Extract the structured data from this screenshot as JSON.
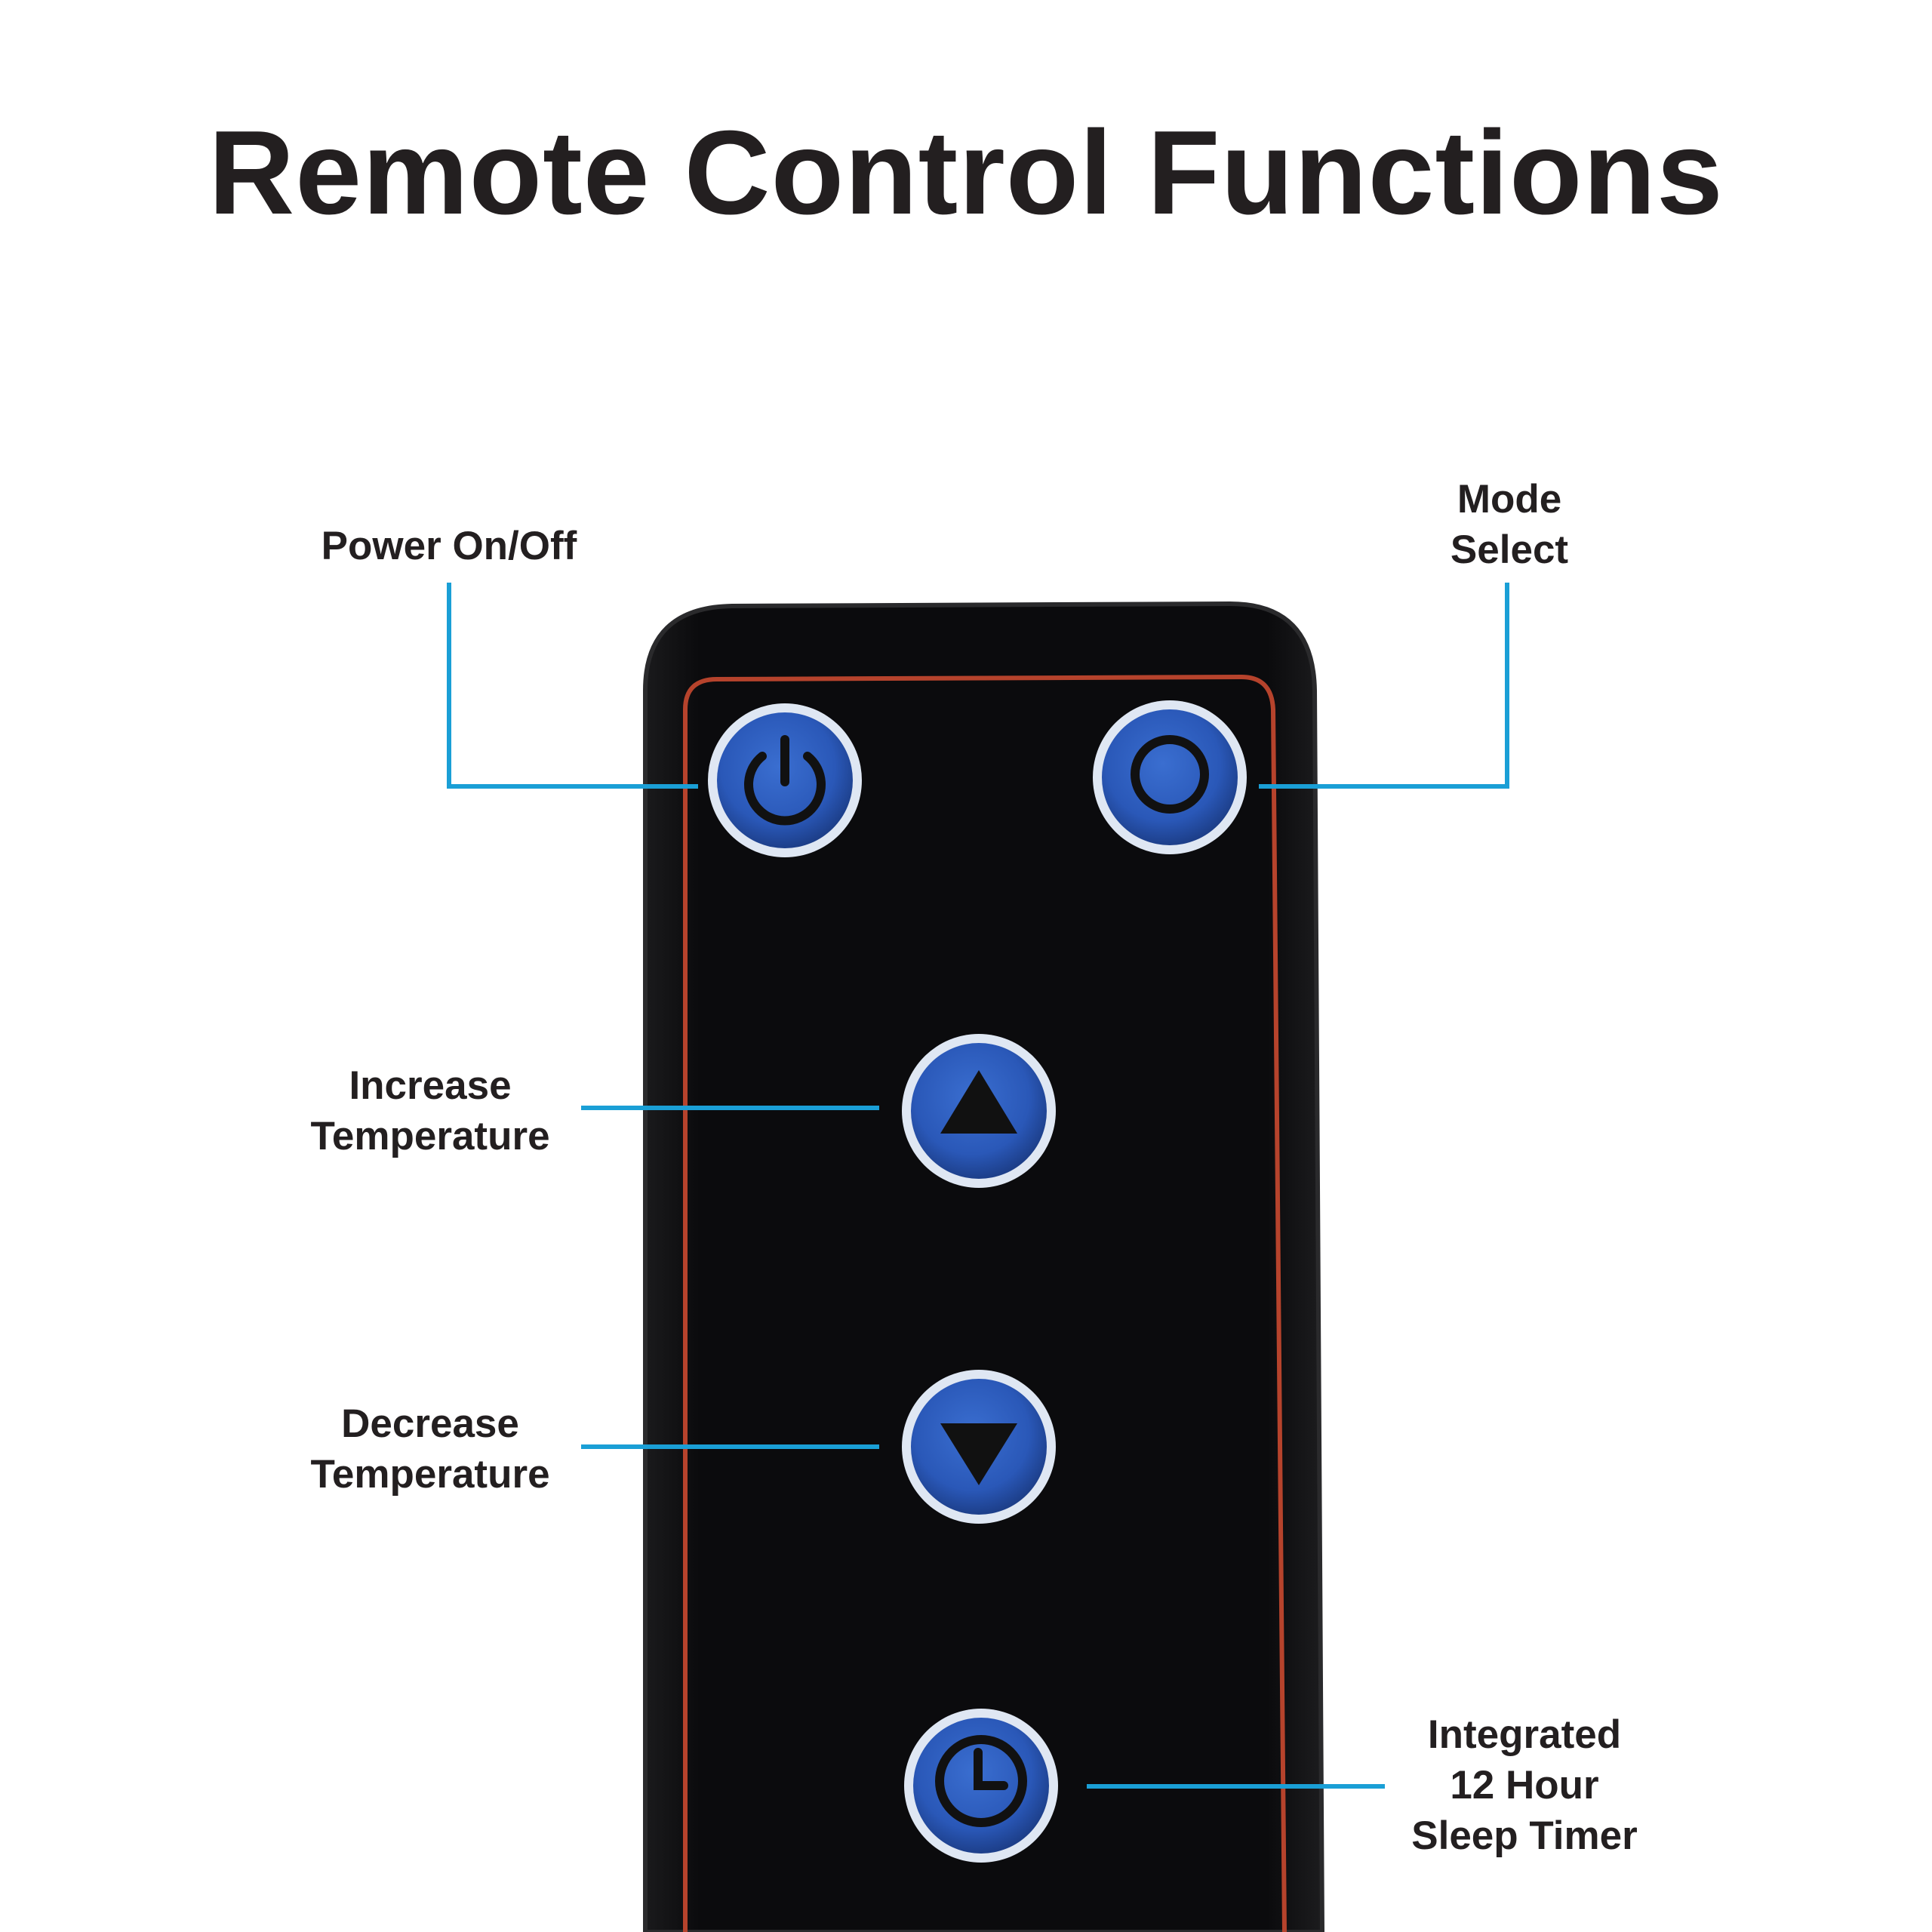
{
  "title": "Remote Control Functions",
  "labels": {
    "power": [
      "Power On/Off"
    ],
    "mode": [
      "Mode",
      "Select"
    ],
    "increase": [
      "Increase",
      "Temperature"
    ],
    "decrease": [
      "Decrease",
      "Temperature"
    ],
    "timer": [
      "Integrated",
      "12 Hour",
      "Sleep Timer"
    ]
  },
  "icons": {
    "power": "power-icon",
    "mode": "circle-icon",
    "increase": "triangle-up-icon",
    "decrease": "triangle-down-icon",
    "timer": "clock-icon"
  },
  "colors": {
    "remote_body": "#0b0b0d",
    "trim": "#b6432c",
    "button_blue": "#2a58b8",
    "button_ring": "#dfe7f3",
    "callout_line": "#1a9fd6",
    "text": "#231f20"
  }
}
